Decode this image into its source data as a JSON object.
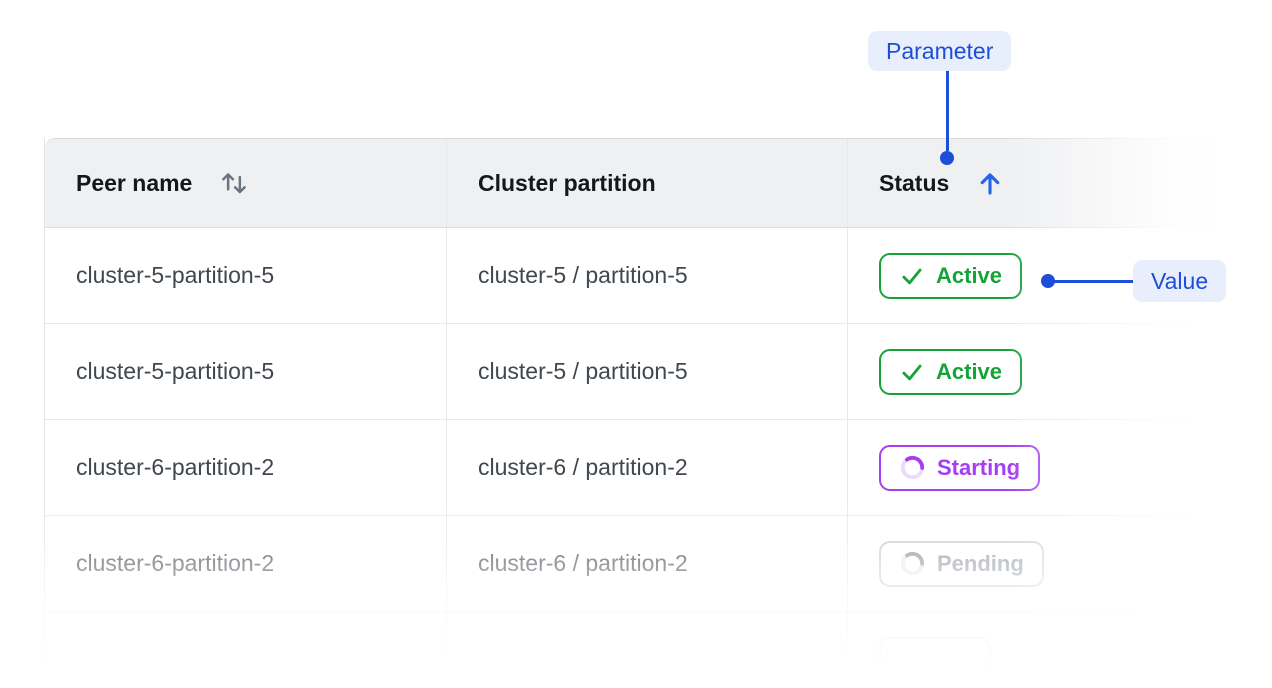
{
  "annotations": {
    "parameter_label": "Parameter",
    "value_label": "Value",
    "pill_bg_color": "#e8eefb",
    "accent_color": "#1d4ed8"
  },
  "table": {
    "columns": [
      {
        "label": "Peer name",
        "sort_icon": "sort-both-icon",
        "sort_icon_color": "#6b7280"
      },
      {
        "label": "Cluster partition",
        "sort_icon": null
      },
      {
        "label": "Status",
        "sort_icon": "arrow-up-icon",
        "sort_icon_color": "#2563eb"
      }
    ],
    "rows": [
      {
        "peer_name": "cluster-5-partition-5",
        "cluster_partition": "cluster-5 / partition-5",
        "status": "Active",
        "status_kind": "active",
        "status_icon": "check-icon"
      },
      {
        "peer_name": "cluster-5-partition-5",
        "cluster_partition": "cluster-5 / partition-5",
        "status": "Active",
        "status_kind": "active",
        "status_icon": "check-icon"
      },
      {
        "peer_name": "cluster-6-partition-2",
        "cluster_partition": "cluster-6 / partition-2",
        "status": "Starting",
        "status_kind": "starting",
        "status_icon": "spinner-icon"
      },
      {
        "peer_name": "cluster-6-partition-2",
        "cluster_partition": "cluster-6 / partition-2",
        "status": "Pending",
        "status_kind": "pending",
        "status_icon": "spinner-icon"
      },
      {
        "peer_name": "",
        "cluster_partition": "",
        "status": "",
        "status_kind": "ghost",
        "status_icon": null
      }
    ]
  },
  "status_colors": {
    "active": "#18a33a",
    "starting": "#a63cf3",
    "pending": "#949ba4"
  }
}
